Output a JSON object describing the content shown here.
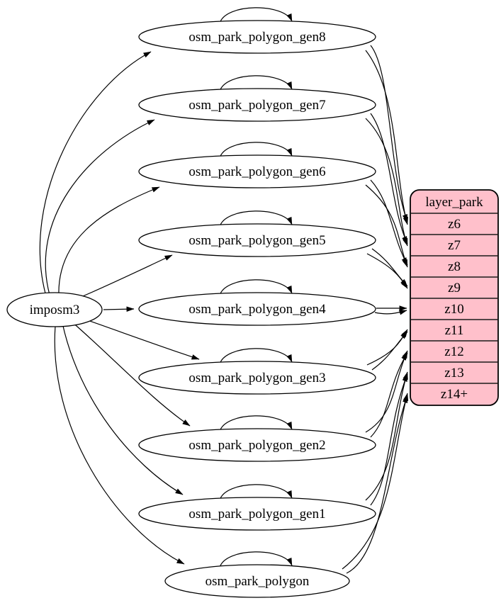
{
  "diagram": {
    "source": {
      "label": "imposm3"
    },
    "tables": [
      {
        "label": "osm_park_polygon_gen8",
        "maps_to_zoom": "z6"
      },
      {
        "label": "osm_park_polygon_gen7",
        "maps_to_zoom": "z7"
      },
      {
        "label": "osm_park_polygon_gen6",
        "maps_to_zoom": "z8"
      },
      {
        "label": "osm_park_polygon_gen5",
        "maps_to_zoom": "z9"
      },
      {
        "label": "osm_park_polygon_gen4",
        "maps_to_zoom": "z10"
      },
      {
        "label": "osm_park_polygon_gen3",
        "maps_to_zoom": "z11"
      },
      {
        "label": "osm_park_polygon_gen2",
        "maps_to_zoom": "z12"
      },
      {
        "label": "osm_park_polygon_gen1",
        "maps_to_zoom": "z13"
      },
      {
        "label": "osm_park_polygon",
        "maps_to_zoom": "z14+"
      }
    ],
    "layer": {
      "title": "layer_park",
      "rows": [
        "z6",
        "z7",
        "z8",
        "z9",
        "z10",
        "z11",
        "z12",
        "z13",
        "z14+"
      ]
    },
    "colors": {
      "layer_fill": "#ffc0cb",
      "node_fill": "#ffffff",
      "stroke": "#000000",
      "background": "#ffffff"
    },
    "edges": {
      "from_source": [
        {
          "from": "imposm3",
          "to": "osm_park_polygon_gen8"
        },
        {
          "from": "imposm3",
          "to": "osm_park_polygon_gen7"
        },
        {
          "from": "imposm3",
          "to": "osm_park_polygon_gen6"
        },
        {
          "from": "imposm3",
          "to": "osm_park_polygon_gen5"
        },
        {
          "from": "imposm3",
          "to": "osm_park_polygon_gen4"
        },
        {
          "from": "imposm3",
          "to": "osm_park_polygon_gen3"
        },
        {
          "from": "imposm3",
          "to": "osm_park_polygon_gen2"
        },
        {
          "from": "imposm3",
          "to": "osm_park_polygon_gen1"
        },
        {
          "from": "imposm3",
          "to": "osm_park_polygon"
        }
      ],
      "self_loops": [
        "osm_park_polygon_gen8",
        "osm_park_polygon_gen7",
        "osm_park_polygon_gen6",
        "osm_park_polygon_gen5",
        "osm_park_polygon_gen4",
        "osm_park_polygon_gen3",
        "osm_park_polygon_gen2",
        "osm_park_polygon_gen1",
        "osm_park_polygon"
      ],
      "to_layer": [
        {
          "from": "osm_park_polygon_gen8",
          "to": "z6",
          "parallel_edges": 2
        },
        {
          "from": "osm_park_polygon_gen7",
          "to": "z7",
          "parallel_edges": 2
        },
        {
          "from": "osm_park_polygon_gen6",
          "to": "z8",
          "parallel_edges": 2
        },
        {
          "from": "osm_park_polygon_gen5",
          "to": "z9",
          "parallel_edges": 2
        },
        {
          "from": "osm_park_polygon_gen4",
          "to": "z10",
          "parallel_edges": 2
        },
        {
          "from": "osm_park_polygon_gen3",
          "to": "z11",
          "parallel_edges": 2
        },
        {
          "from": "osm_park_polygon_gen2",
          "to": "z12",
          "parallel_edges": 2
        },
        {
          "from": "osm_park_polygon_gen1",
          "to": "z13",
          "parallel_edges": 2
        },
        {
          "from": "osm_park_polygon",
          "to": "z14+",
          "parallel_edges": 2
        }
      ]
    }
  }
}
